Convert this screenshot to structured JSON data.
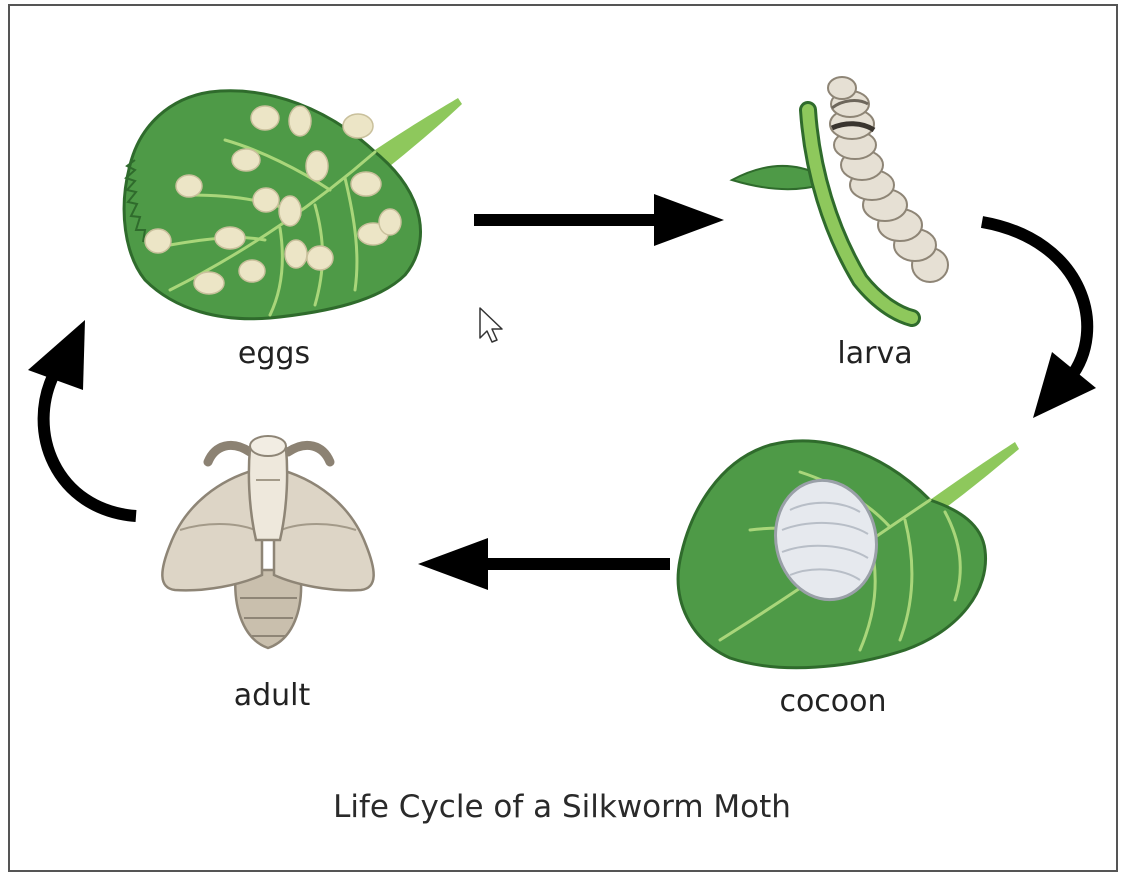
{
  "diagram": {
    "title": "Life Cycle of a Silkworm Moth",
    "stages": {
      "eggs": "eggs",
      "larva": "larva",
      "cocoon": "cocoon",
      "adult": "adult"
    }
  },
  "colors": {
    "leaf": "#4e9a47",
    "leaf_dark": "#2f6b2c",
    "leaf_vein": "#a9d67a",
    "egg": "#ece5c6",
    "cocoon": "#e6e9ee",
    "moth": "#ddd5c6",
    "arrow": "#000000",
    "frame": "#555555"
  },
  "icons": [
    "leaf-with-eggs-icon",
    "larva-icon",
    "leaf-with-cocoon-icon",
    "moth-icon",
    "cursor-icon"
  ]
}
